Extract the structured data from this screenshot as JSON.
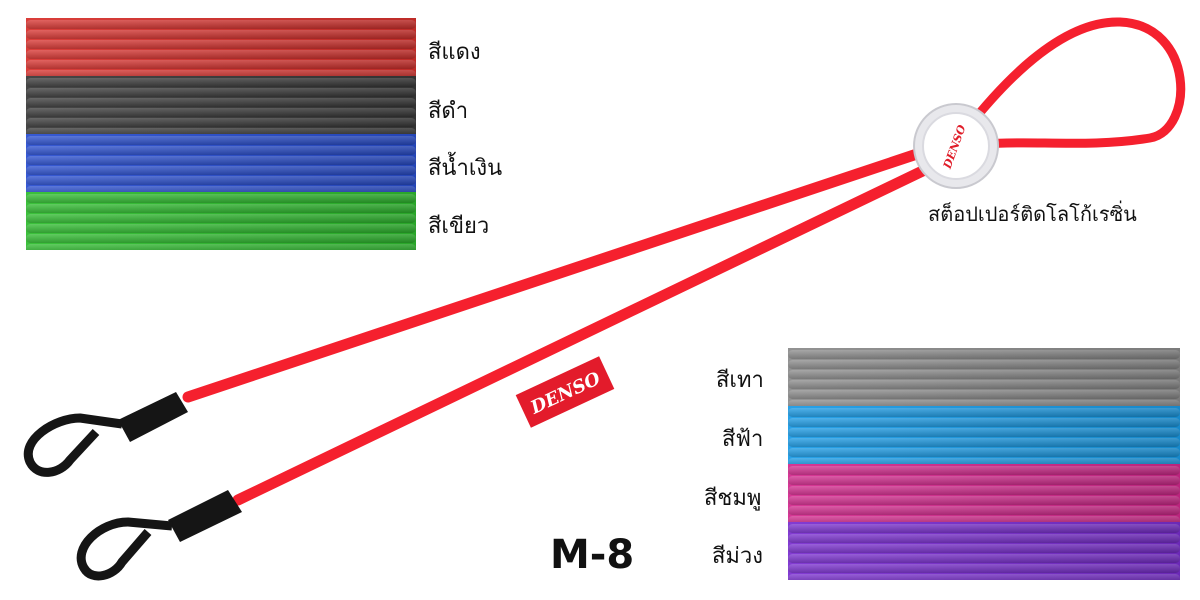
{
  "left_colors": [
    {
      "label": "สีแดง",
      "color": "#d8322e"
    },
    {
      "label": "สีดำ",
      "color": "#3a3a3a"
    },
    {
      "label": "สีน้ำเงิน",
      "color": "#2a4fd0"
    },
    {
      "label": "สีเขียว",
      "color": "#2fbd2f"
    }
  ],
  "right_colors": [
    {
      "label": "สีเทา",
      "color": "#8c8c8c"
    },
    {
      "label": "สีฟ้า",
      "color": "#1a9be6"
    },
    {
      "label": "สีชมพู",
      "color": "#d42a8e"
    },
    {
      "label": "สีม่วง",
      "color": "#7a2fd0"
    }
  ],
  "cord_color": "#f5202e",
  "tag_text": "DENSO",
  "stopper_logo": "DENSO",
  "stopper_label": "สต็อปเปอร์ติดโลโก้เรซิ่น",
  "model": "M-8"
}
